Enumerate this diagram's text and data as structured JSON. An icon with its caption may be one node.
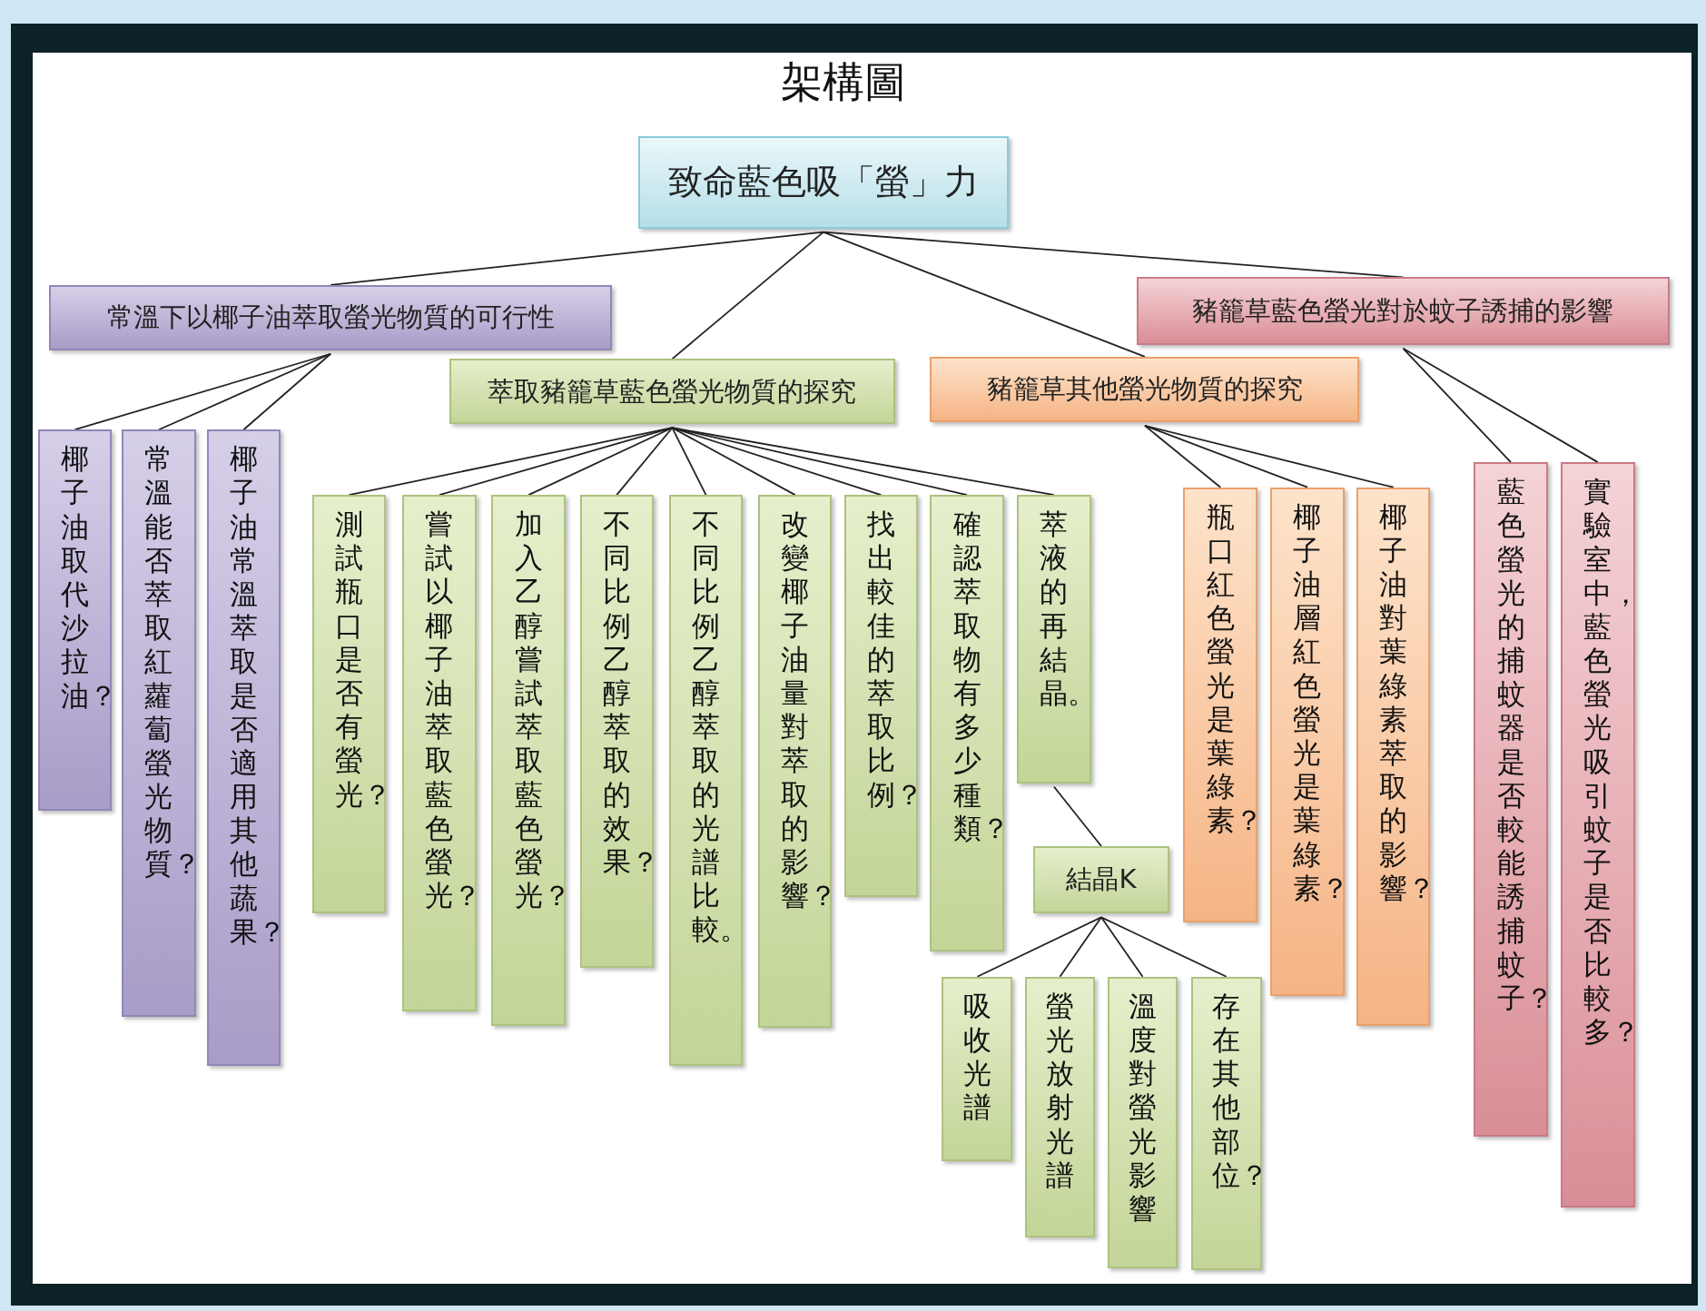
{
  "diagram": {
    "title": "架構圖",
    "nodes": [
      {
        "text": [
          "致命藍色吸「螢」力"
        ]
      },
      {
        "text": [
          "常溫下以椰子油萃取螢光物質的可行性"
        ]
      },
      {
        "text": [
          "萃取豬籠草藍色螢光物質的探究"
        ]
      },
      {
        "text": [
          "豬籠草其他螢光物質的探究"
        ]
      },
      {
        "text": [
          "豬籠草藍色螢光對於蚊子誘捕的影響"
        ]
      },
      {
        "text": [
          "椰子油取代沙拉油？"
        ]
      },
      {
        "text": [
          "常溫能否萃取紅蘿蔔螢光物質？"
        ]
      },
      {
        "text": [
          "椰子油常溫萃取是否適用其他蔬果？"
        ]
      },
      {
        "text": [
          "測試瓶口是否有螢光？"
        ]
      },
      {
        "text": [
          "嘗試以椰子油萃取藍色螢光？"
        ]
      },
      {
        "text": [
          "加入乙醇嘗試萃取藍色螢光？"
        ]
      },
      {
        "text": [
          "不同比例乙醇萃取的效果？"
        ]
      },
      {
        "text": [
          "不同比例乙醇萃取的光譜比較。"
        ]
      },
      {
        "text": [
          "改變椰子油量對萃取的影響？"
        ]
      },
      {
        "text": [
          "找出較佳的萃取比例？"
        ]
      },
      {
        "text": [
          "確認萃取物有多少種類？"
        ]
      },
      {
        "text": [
          "萃液的再結晶。"
        ]
      },
      {
        "text": [
          "結晶K"
        ]
      },
      {
        "text": [
          "吸收光譜"
        ]
      },
      {
        "text": [
          "螢光放射光譜"
        ]
      },
      {
        "text": [
          "溫度對螢光影響"
        ]
      },
      {
        "text": [
          "存在其他部位？"
        ]
      },
      {
        "text": [
          "瓶口紅色螢光是葉綠素？"
        ]
      },
      {
        "text": [
          "椰子油層紅色螢光是葉綠素？"
        ]
      },
      {
        "text": [
          "椰子油對葉綠素萃取的影響？"
        ]
      },
      {
        "text": [
          "藍色螢光的捕蚊器是否較能誘捕蚊子？"
        ]
      },
      {
        "text": [
          "實驗室中，藍色螢光吸引蚊子是否比較多？"
        ]
      }
    ],
    "edges": [
      {
        "from": 0,
        "to": 1,
        "arrow": "none"
      },
      {
        "from": 0,
        "to": 2,
        "arrow": "none"
      },
      {
        "from": 0,
        "to": 3,
        "arrow": "none"
      },
      {
        "from": 0,
        "to": 4,
        "arrow": "none"
      },
      {
        "from": 1,
        "to": 5,
        "arrow": "none"
      },
      {
        "from": 1,
        "to": 6,
        "arrow": "none"
      },
      {
        "from": 1,
        "to": 7,
        "arrow": "none"
      },
      {
        "from": 2,
        "to": 8,
        "arrow": "none"
      },
      {
        "from": 2,
        "to": 9,
        "arrow": "none"
      },
      {
        "from": 2,
        "to": 10,
        "arrow": "none"
      },
      {
        "from": 2,
        "to": 11,
        "arrow": "none"
      },
      {
        "from": 2,
        "to": 12,
        "arrow": "none"
      },
      {
        "from": 2,
        "to": 13,
        "arrow": "none"
      },
      {
        "from": 2,
        "to": 14,
        "arrow": "none"
      },
      {
        "from": 2,
        "to": 15,
        "arrow": "none"
      },
      {
        "from": 2,
        "to": 16,
        "arrow": "none"
      },
      {
        "from": 16,
        "to": 17,
        "arrow": "none"
      },
      {
        "from": 17,
        "to": 18,
        "arrow": "none"
      },
      {
        "from": 17,
        "to": 19,
        "arrow": "none"
      },
      {
        "from": 17,
        "to": 20,
        "arrow": "none"
      },
      {
        "from": 17,
        "to": 21,
        "arrow": "none"
      },
      {
        "from": 3,
        "to": 22,
        "arrow": "none"
      },
      {
        "from": 3,
        "to": 23,
        "arrow": "none"
      },
      {
        "from": 3,
        "to": 24,
        "arrow": "none"
      },
      {
        "from": 4,
        "to": 25,
        "arrow": "none"
      },
      {
        "from": 4,
        "to": 26,
        "arrow": "none"
      }
    ]
  }
}
